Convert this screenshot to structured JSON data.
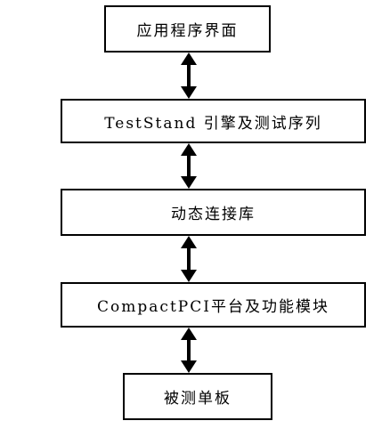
{
  "diagram": {
    "layers": [
      {
        "id": "app",
        "label": "应用程序界面"
      },
      {
        "id": "engine",
        "label": "TestStand 引擎及测试序列"
      },
      {
        "id": "dll",
        "label": "动态连接库"
      },
      {
        "id": "platform",
        "label": "CompactPCI平台及功能模块"
      },
      {
        "id": "board",
        "label": "被测单板"
      }
    ],
    "connectors": [
      {
        "from": "app",
        "to": "engine",
        "direction": "bidirectional"
      },
      {
        "from": "engine",
        "to": "dll",
        "direction": "bidirectional"
      },
      {
        "from": "dll",
        "to": "platform",
        "direction": "bidirectional"
      },
      {
        "from": "platform",
        "to": "board",
        "direction": "bidirectional"
      }
    ],
    "colors": {
      "stroke": "#000000",
      "background": "#ffffff",
      "text": "#000000"
    }
  }
}
